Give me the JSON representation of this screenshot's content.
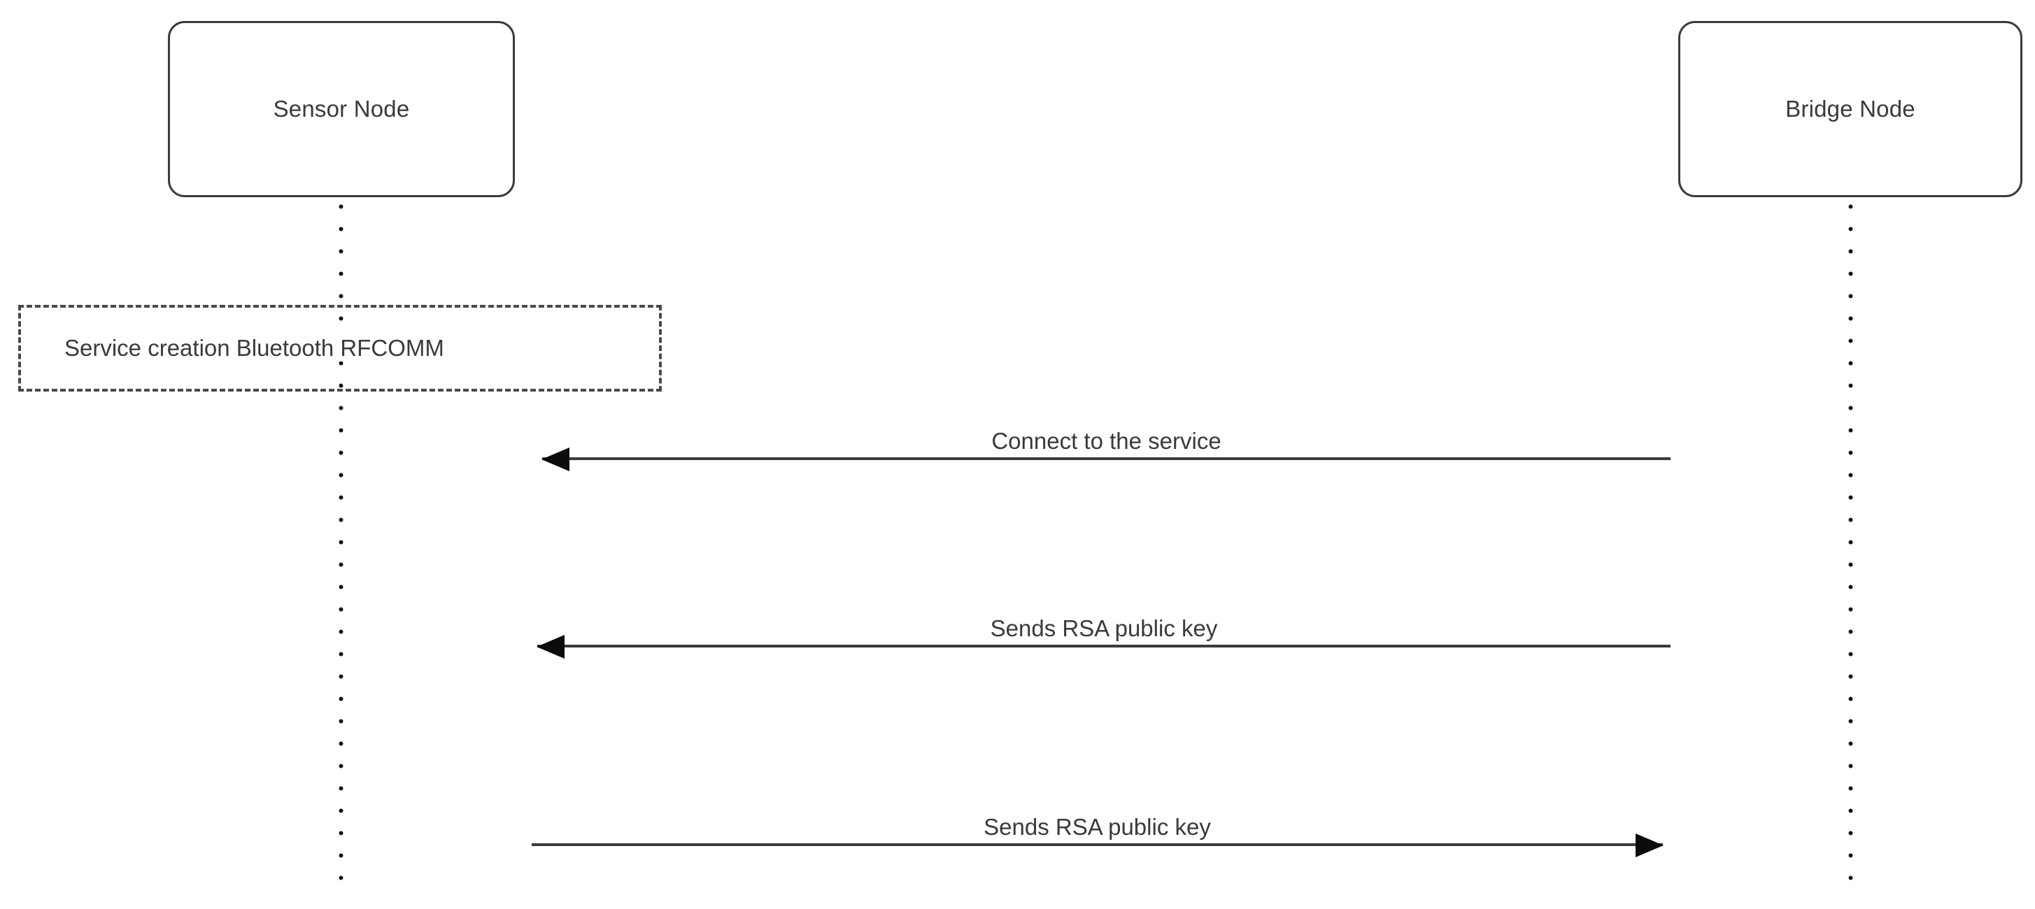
{
  "diagram": {
    "type": "sequence-diagram",
    "background_color": "#ffffff",
    "line_color": "#3a3a3a",
    "text_color": "#3a3a3a",
    "participants": [
      {
        "id": "sensor-node",
        "label": "Sensor Node"
      },
      {
        "id": "bridge-node",
        "label": "Bridge Node"
      }
    ],
    "notes": [
      {
        "id": "service-creation",
        "label": "Service creation Bluetooth RFCOMM",
        "style": "dashed"
      }
    ],
    "messages": [
      {
        "id": "connect-to-the-service",
        "label": "Connect to the service",
        "from": "bridge-node",
        "to": "sensor-node",
        "direction": "left"
      },
      {
        "id": "sends-rsa-public-key-1",
        "label": "Sends RSA public key",
        "from": "bridge-node",
        "to": "sensor-node",
        "direction": "left"
      },
      {
        "id": "sends-rsa-public-key-2",
        "label": "Sends RSA public key",
        "from": "sensor-node",
        "to": "bridge-node",
        "direction": "right"
      }
    ]
  }
}
